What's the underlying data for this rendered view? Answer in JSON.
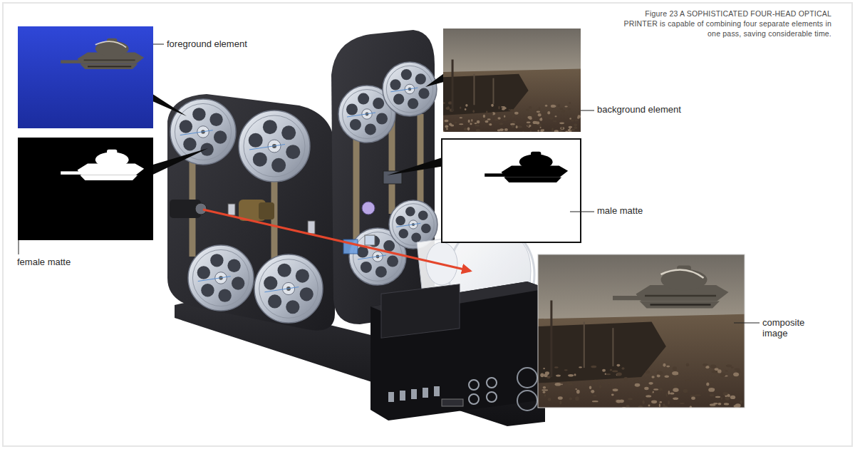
{
  "diagram": {
    "caption": "Figure 23 A SOPHISTICATED FOUR-HEAD OPTICAL PRINTER is capable of combining four separate elements in one pass, saving considerable time.",
    "labels": [
      "foreground element",
      "female matte",
      "background element",
      "male matte",
      "composite image"
    ]
  }
}
